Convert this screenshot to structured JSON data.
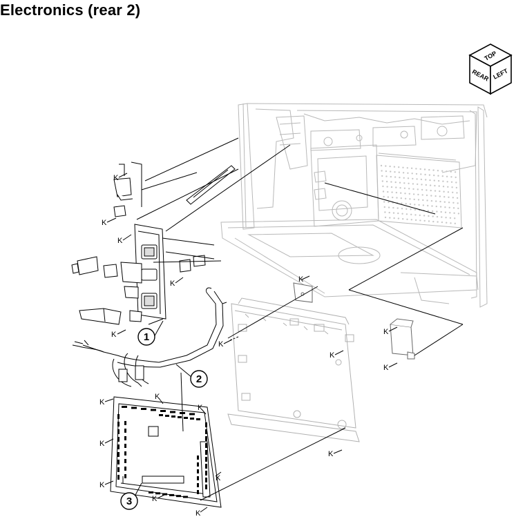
{
  "title": "Electronics (rear 2)",
  "orientation_cube": {
    "top": "TOP",
    "front": "REAR",
    "side": "LEFT"
  },
  "callouts": [
    "1",
    "2",
    "3"
  ],
  "k_label": "K"
}
